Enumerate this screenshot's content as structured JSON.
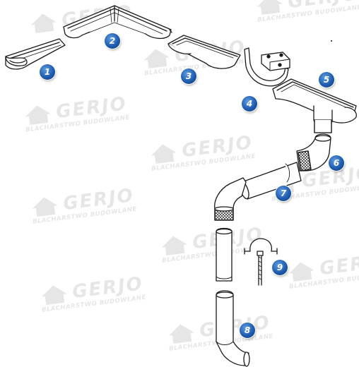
{
  "watermark": {
    "brand": "GERJO",
    "tagline": "BLACHARSTWO BUDOWLANE"
  },
  "parts": [
    {
      "number": "1",
      "icon": "gutter-end-icon"
    },
    {
      "number": "2",
      "icon": "gutter-corner-icon"
    },
    {
      "number": "3",
      "icon": "gutter-section-icon"
    },
    {
      "number": "4",
      "icon": "gutter-hook-icon"
    },
    {
      "number": "5",
      "icon": "gutter-outlet-icon"
    },
    {
      "number": "6",
      "icon": "elbow-icon"
    },
    {
      "number": "7",
      "icon": "elbow-pipe-connector-icon"
    },
    {
      "number": "8",
      "icon": "downpipe-outlet-icon"
    },
    {
      "number": "9",
      "icon": "pipe-clamp-icon"
    }
  ]
}
